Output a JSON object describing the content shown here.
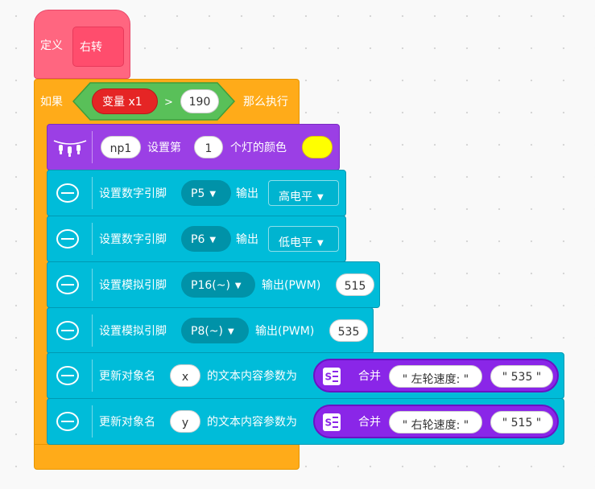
{
  "define": {
    "label": "定义",
    "name": "右转"
  },
  "if_block": {
    "label": "如果",
    "then_label": "那么执行"
  },
  "condition": {
    "variable": "变量 x1",
    "operator": ">",
    "value": "190"
  },
  "blocks": {
    "np": {
      "object": "np1",
      "label1": "设置第",
      "index": "1",
      "label2": "个灯的颜色",
      "color": "#ffff00"
    },
    "digital1": {
      "label": "设置数字引脚",
      "pin": "P5",
      "output_label": "输出",
      "level": "高电平"
    },
    "digital2": {
      "label": "设置数字引脚",
      "pin": "P6",
      "output_label": "输出",
      "level": "低电平"
    },
    "analog1": {
      "label": "设置模拟引脚",
      "pin": "P16(~)",
      "output_label": "输出(PWM)",
      "value": "515"
    },
    "analog2": {
      "label": "设置模拟引脚",
      "pin": "P8(~)",
      "output_label": "输出(PWM)",
      "value": "535"
    },
    "update1": {
      "label": "更新对象名",
      "object": "x",
      "suffix": "的文本内容参数为",
      "join_label": "合并",
      "str1": "\" 左轮速度: \"",
      "str2": "\" 535 \""
    },
    "update2": {
      "label": "更新对象名",
      "object": "y",
      "suffix": "的文本内容参数为",
      "join_label": "合并",
      "str1": "\" 右轮速度: \"",
      "str2": "\" 515 \""
    }
  },
  "colors": {
    "define": "#ff6680",
    "control": "#ffab19",
    "operator": "#59c059",
    "variable": "#e52525",
    "neopixel": "#9b3fe5",
    "pin": "#00bcd9",
    "text": "#8a26e8"
  }
}
